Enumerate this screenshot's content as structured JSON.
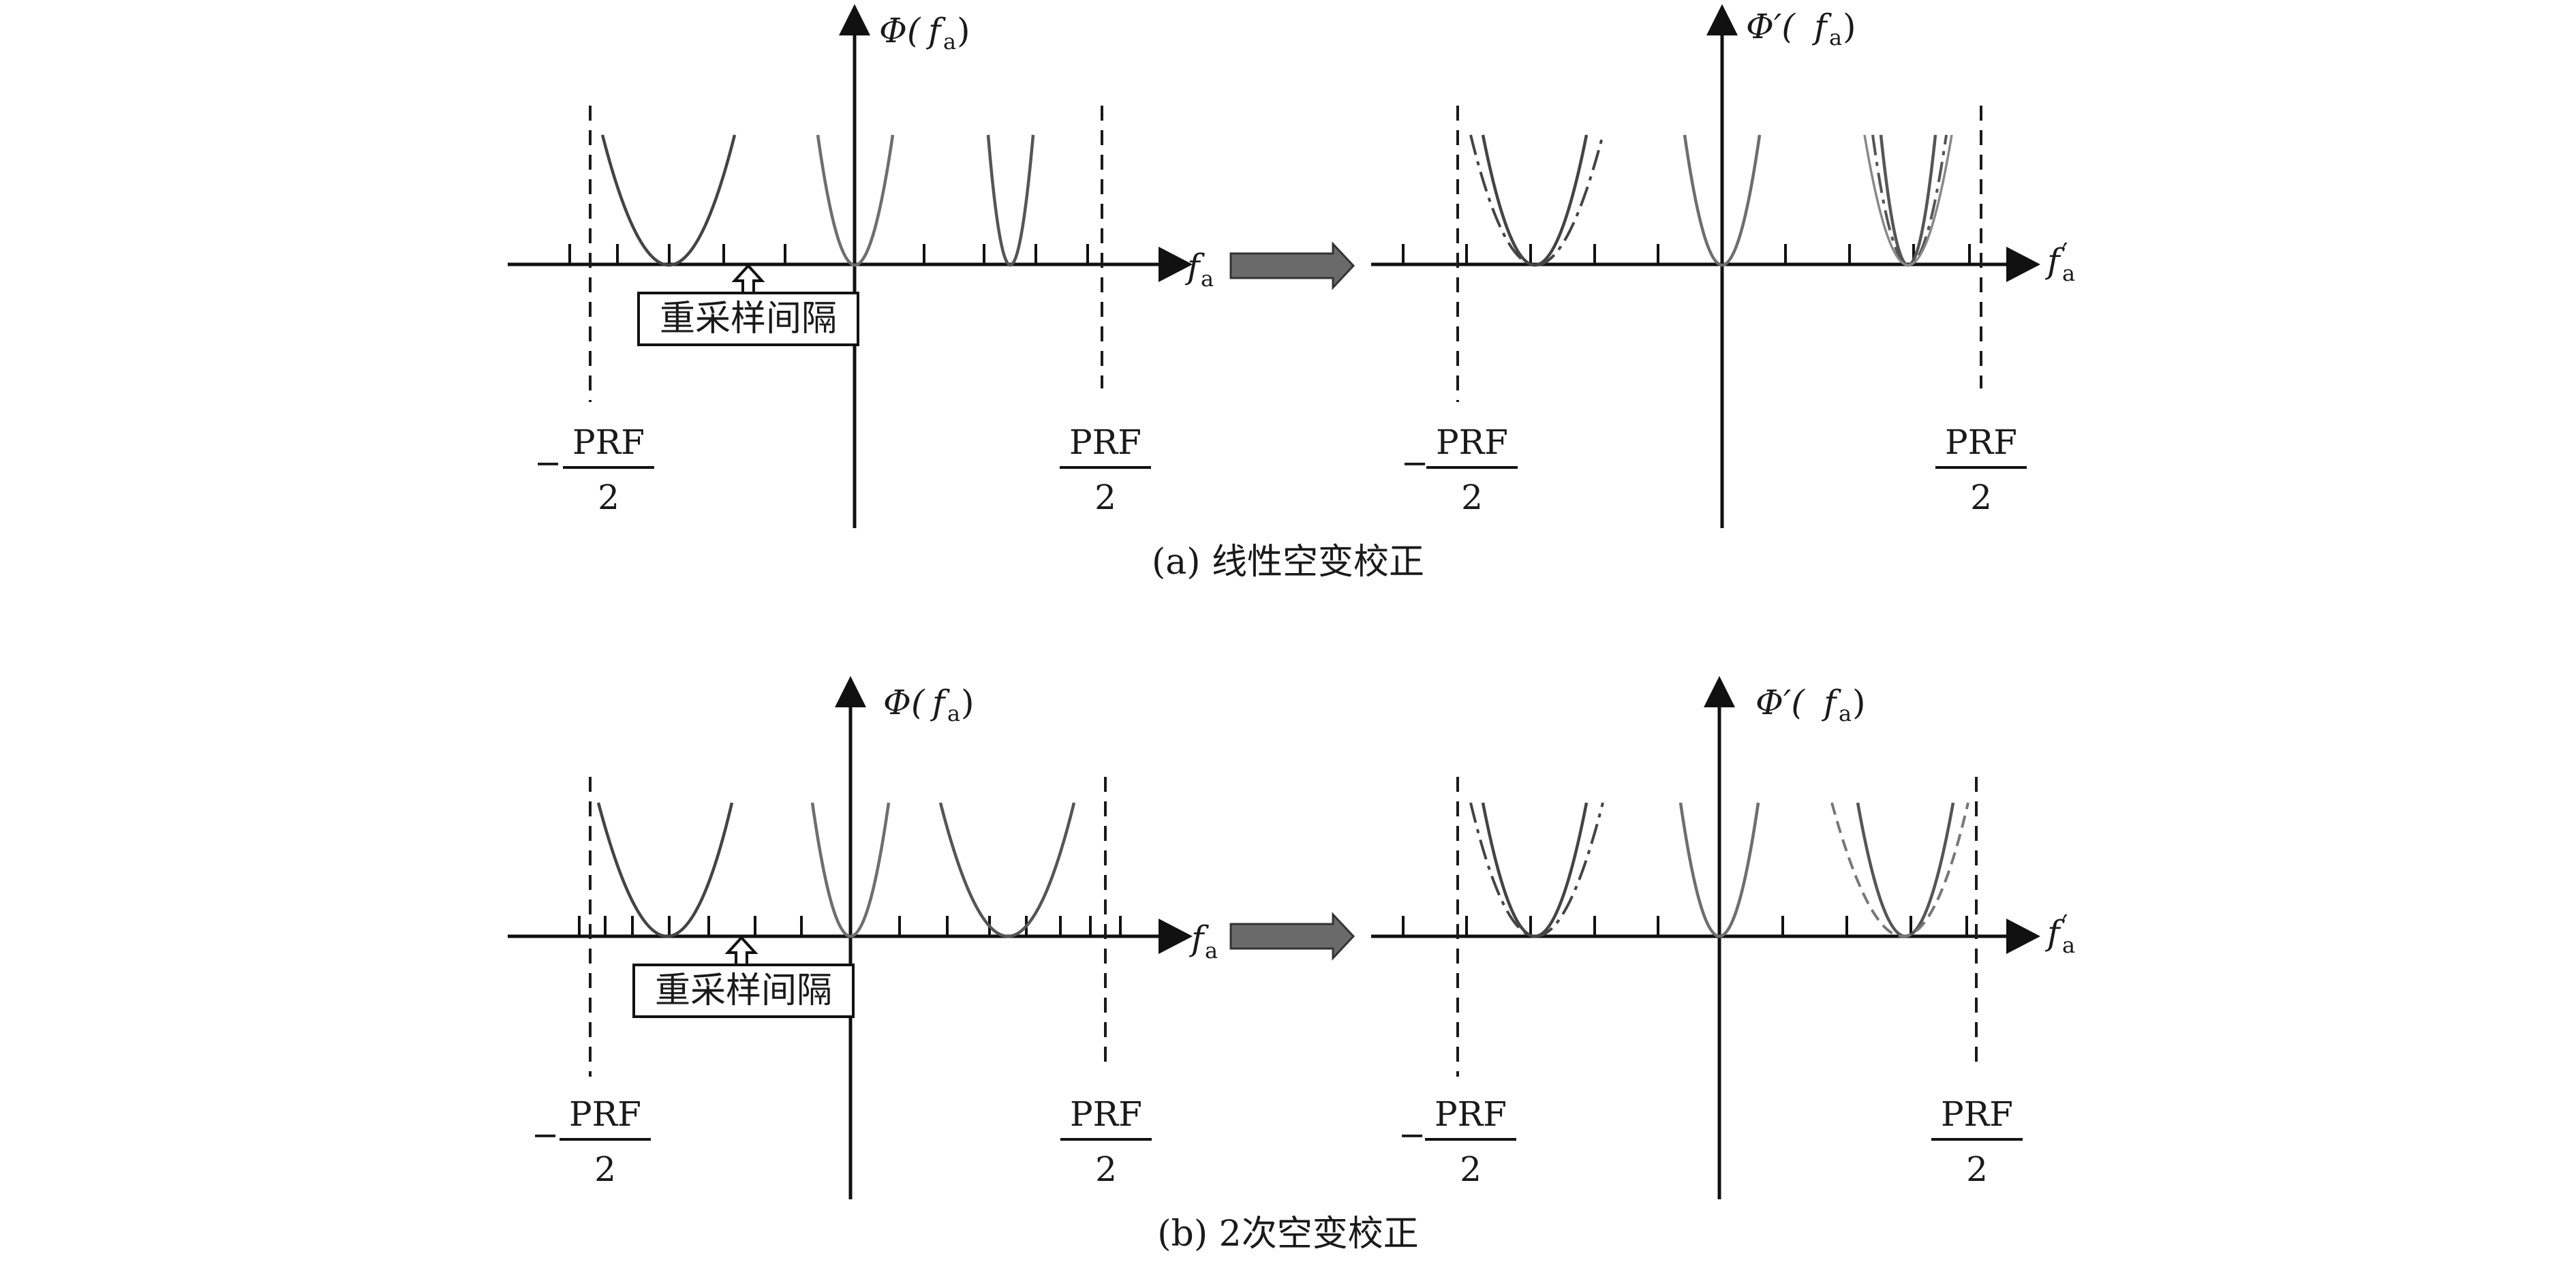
{
  "panels": [
    {
      "id": "a",
      "caption": "(a) 线性空变校正",
      "left": {
        "axis_x_label_main": "f",
        "axis_x_label_sub": "a",
        "axis_y_label_main": "Φ(",
        "axis_y_label_sub": "a",
        "axis_y_label_f": "f",
        "axis_y_label_close": ")",
        "left_bound_sign": "−",
        "left_bound_num": "PRF",
        "left_bound_den": "2",
        "right_bound_num": "PRF",
        "right_bound_den": "2",
        "annotation": "重采样间隔"
      },
      "right": {
        "axis_x_label_main": "f",
        "axis_x_label_prime": "′",
        "axis_x_label_sub": "a",
        "axis_y_label_main": "Φ′(",
        "axis_y_label_f": "f",
        "axis_y_label_sub": "a",
        "axis_y_label_close": ")",
        "left_bound_sign": "−",
        "left_bound_num": "PRF",
        "left_bound_den": "2",
        "right_bound_num": "PRF",
        "right_bound_den": "2"
      }
    },
    {
      "id": "b",
      "caption": "(b) 2次空变校正",
      "left": {
        "axis_x_label_main": "f",
        "axis_x_label_sub": "a",
        "axis_y_label_main": "Φ(",
        "axis_y_label_f": "f",
        "axis_y_label_sub": "a",
        "axis_y_label_close": ")",
        "left_bound_sign": "−",
        "left_bound_num": "PRF",
        "left_bound_den": "2",
        "right_bound_num": "PRF",
        "right_bound_den": "2",
        "annotation": "重采样间隔"
      },
      "right": {
        "axis_x_label_main": "f",
        "axis_x_label_prime": "′",
        "axis_x_label_sub": "a",
        "axis_y_label_main": "Φ′(",
        "axis_y_label_f": "f",
        "axis_y_label_sub": "a",
        "axis_y_label_close": ")",
        "left_bound_sign": "−",
        "left_bound_num": "PRF",
        "left_bound_den": "2",
        "right_bound_num": "PRF",
        "right_bound_den": "2"
      }
    }
  ],
  "colors": {
    "axis": "#111111",
    "curve_dark": "#444444",
    "curve_mid": "#6e6e6e",
    "arrow_fill": "#6a6a6a",
    "dashed": "#1a1a1a"
  }
}
